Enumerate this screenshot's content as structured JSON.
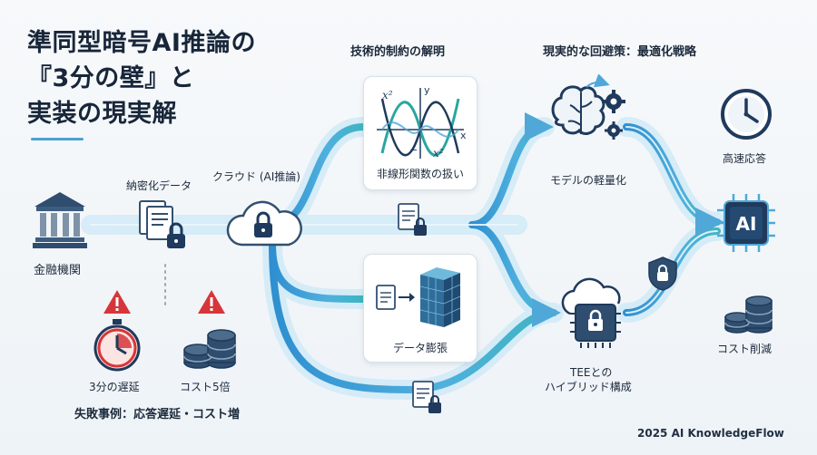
{
  "title": {
    "line1": "準同型暗号AI推論の",
    "line2": "『3分の壁』と",
    "line3": "実装の現実解"
  },
  "headers": {
    "analysis": "技術的制約の解明",
    "solution": "現実的な回避策：最適化戦略"
  },
  "nodes": {
    "bank": "金融機関",
    "encrypted_data": "納密化データ",
    "cloud": "クラウド (AI推論)",
    "nonlinear": "非線形関数の扱い",
    "expansion": "データ膨張",
    "model_light": "モデルの軽量化",
    "tee_line1": "TEEとの",
    "tee_line2": "ハイブリッド構成",
    "fast_response": "高速応答",
    "cost_reduction": "コスト削減"
  },
  "failure": {
    "delay": "3分の遅延",
    "cost": "コスト5倍",
    "summary": "失敗事例：応答遅延・コスト増"
  },
  "graph_labels": {
    "y": "y",
    "x": "x",
    "x2_top": "x²",
    "x2_bottom": "x²",
    "neg": "−"
  },
  "ai_chip_label": "AI",
  "footer": "2025 AI KnowledgeFlow",
  "colors": {
    "flow": "#4fa8d8",
    "flow_glow": "#bfe3f5",
    "navy": "#1f3a5c",
    "warning": "#d6363a",
    "teal": "#2aa6a0",
    "gold": "#e6b34a"
  },
  "icons": [
    "bank-icon",
    "document-lock-icon",
    "cloud-lock-icon",
    "stopwatch-icon",
    "coins-icon",
    "warning-icon",
    "function-graph-icon",
    "cube-icon",
    "brain-gears-icon",
    "tee-chip-icon",
    "shield-lock-icon",
    "clock-icon",
    "ai-chip-icon"
  ]
}
